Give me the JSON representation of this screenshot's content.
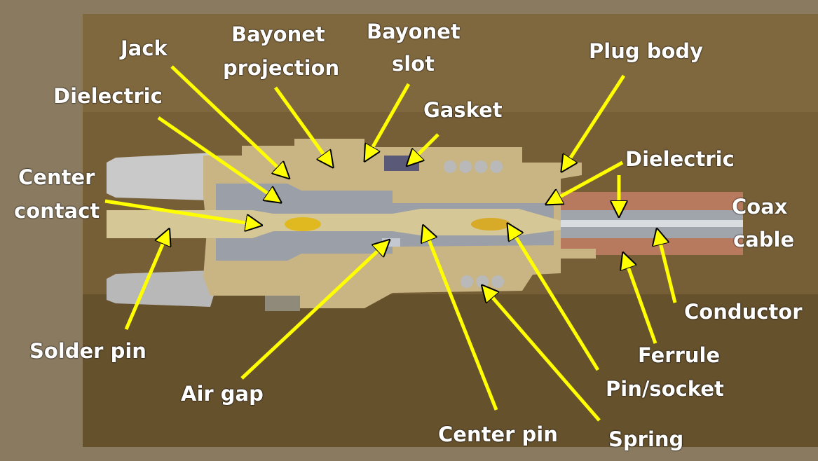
{
  "labels": {
    "jack": "Jack",
    "bayonet_projection_1": "Bayonet",
    "bayonet_projection_2": "projection",
    "bayonet_slot_1": "Bayonet",
    "bayonet_slot_2": "slot",
    "plug_body": "Plug body",
    "dielectric_left": "Dielectric",
    "gasket": "Gasket",
    "center_contact_1": "Center",
    "center_contact_2": "contact",
    "dielectric_right": "Dielectric",
    "coax_cable_1": "Coax",
    "coax_cable_2": "cable",
    "conductor": "Conductor",
    "solder_pin": "Solder pin",
    "air_gap": "Air gap",
    "ferrule": "Ferrule",
    "pin_socket": "Pin/socket",
    "center_pin": "Center pin",
    "spring": "Spring"
  },
  "colors": {
    "frame": "#8a7a60",
    "background_wood": "#7a6238",
    "brass": "#c8b583",
    "dielectric": "#9a9fa8",
    "arrow": "#ffff00",
    "label_text": "#ffffff"
  }
}
